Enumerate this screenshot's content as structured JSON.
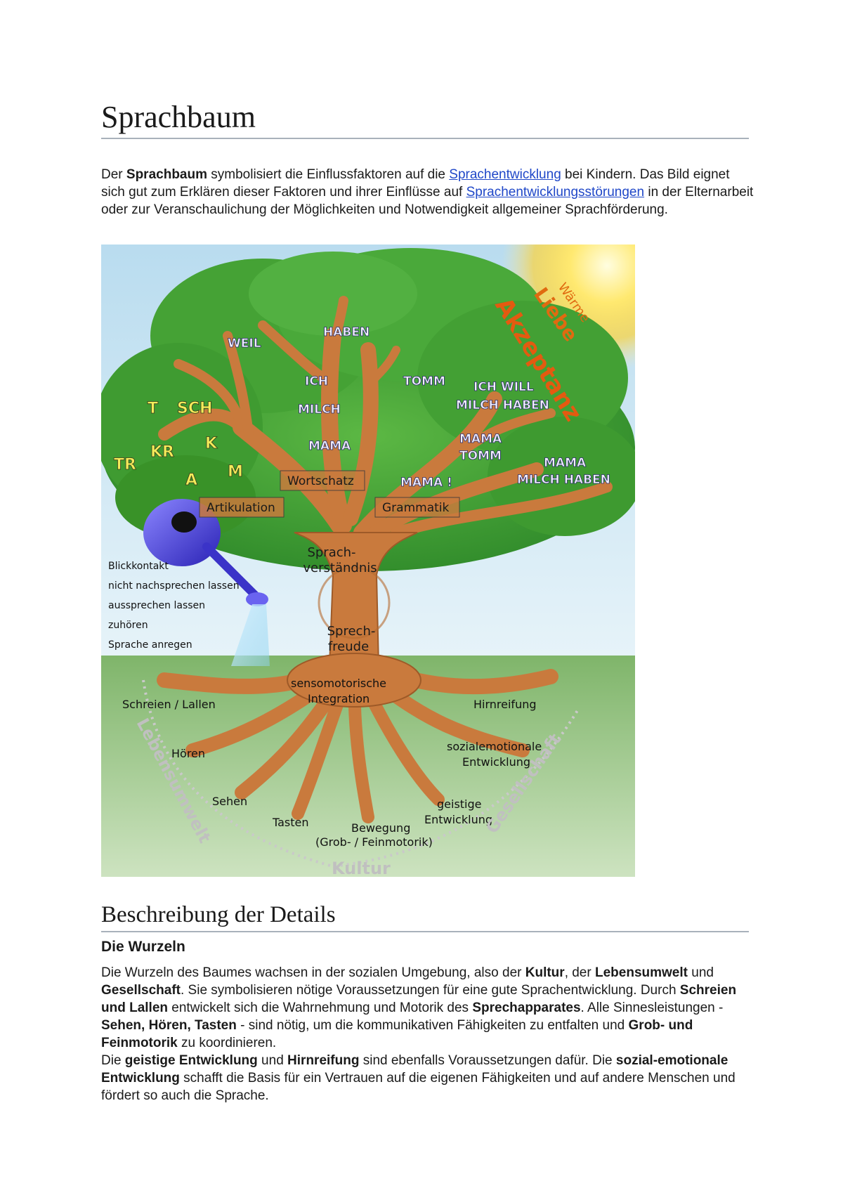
{
  "title": "Sprachbaum",
  "intro": {
    "t1": "Der ",
    "b1": "Sprachbaum",
    "t2": " symbolisiert die Einflussfaktoren auf die ",
    "link1": "Sprachentwicklung",
    "t3": " bei Kindern. Das Bild eignet sich gut zum Erklären dieser Faktoren und ihrer Einflüsse auf ",
    "link2": "Sprachentwicklungsstörungen",
    "t4": " in der Elternarbeit oder zur Veranschaulichung der Möglichkeiten und Notwendigkeit allgemeiner Sprachförderung."
  },
  "tree": {
    "sun": {
      "w1": "Wärme",
      "w2": "Liebe",
      "w3": "Akzeptanz"
    },
    "leaves": {
      "weil": "WEIL",
      "haben": "HABEN",
      "ich": "ICH",
      "milch": "MILCH",
      "tomm": "TOMM",
      "ichwill": "ICH WILL",
      "milchhaben": "MILCH HABEN",
      "t": "T",
      "sch": "SCH",
      "kr": "KR",
      "k": "K",
      "tr": "TR",
      "a": "A",
      "m": "M",
      "mama": "MAMA",
      "mama2": "MAMA",
      "tomm2": "TOMM",
      "mama3": "MAMA",
      "milchhaben2": "MILCH HABEN",
      "mamaex": "MAMA !"
    },
    "branches": {
      "wortschatz": "Wortschatz",
      "artikulation": "Artikulation",
      "grammatik": "Grammatik"
    },
    "trunk": {
      "sv1": "Sprach-",
      "sv2": "verständnis",
      "sf1": "Sprech-",
      "sf2": "freude"
    },
    "can": {
      "l1": "Blickkontakt",
      "l2": "nicht nachsprechen lassen",
      "l3": "aussprechen lassen",
      "l4": "zuhören",
      "l5": "Sprache anregen"
    },
    "roots": {
      "sensomotorisch1": "sensomotorische",
      "sensomotorisch2": "Integration",
      "schreien": "Schreien / Lallen",
      "hirnreifung": "Hirnreifung",
      "hoeren": "Hören",
      "sozial1": "sozialemotionale",
      "sozial2": "Entwicklung",
      "sehen": "Sehen",
      "geistig1": "geistige",
      "geistig2": "Entwicklung",
      "tasten": "Tasten",
      "bewegung1": "Bewegung",
      "bewegung2": "(Grob- / Feinmotorik)"
    },
    "arc": {
      "lebensumwelt": "Lebensumwelt",
      "kultur": "Kultur",
      "gesellschaft": "Gesellschaft"
    }
  },
  "section": {
    "heading": "Beschreibung der Details",
    "subheading": "Die Wurzeln",
    "p": {
      "t1": "Die Wurzeln des Baumes wachsen in der sozialen Umgebung, also der ",
      "b1": "Kultur",
      "t2": ", der ",
      "b2": "Lebensumwelt",
      "t3": " und ",
      "b3": "Gesellschaft",
      "t4": ". Sie symbolisieren nötige Voraussetzungen für eine gute Sprachentwicklung. Durch ",
      "b4": "Schreien und Lallen",
      "t5": " entwickelt sich die Wahrnehmung und Motorik des ",
      "b5": "Sprechapparates",
      "t6": ". Alle Sinnesleistungen - ",
      "b6": "Sehen, Hören, Tasten",
      "t7": " - sind nötig, um die kommunikativen Fähigkeiten zu entfalten und ",
      "b7": "Grob- und Feinmotorik",
      "t8": " zu koordinieren.",
      "t9": "Die ",
      "b8": "geistige Entwicklung",
      "t10": " und ",
      "b9": "Hirnreifung",
      "t11": " sind ebenfalls Voraussetzungen dafür. Die ",
      "b10": "sozial-emotionale Entwicklung",
      "t12": " schafft die Basis für ein Vertrauen auf die eigenen Fähigkeiten und auf andere Menschen und fördert so auch die Sprache."
    }
  },
  "colors": {
    "link": "#1f47c8",
    "rule": "#a9b1bb",
    "leaf": "#3f9d2f",
    "bark": "#c97a3d",
    "sky": "#cfe8f4"
  }
}
